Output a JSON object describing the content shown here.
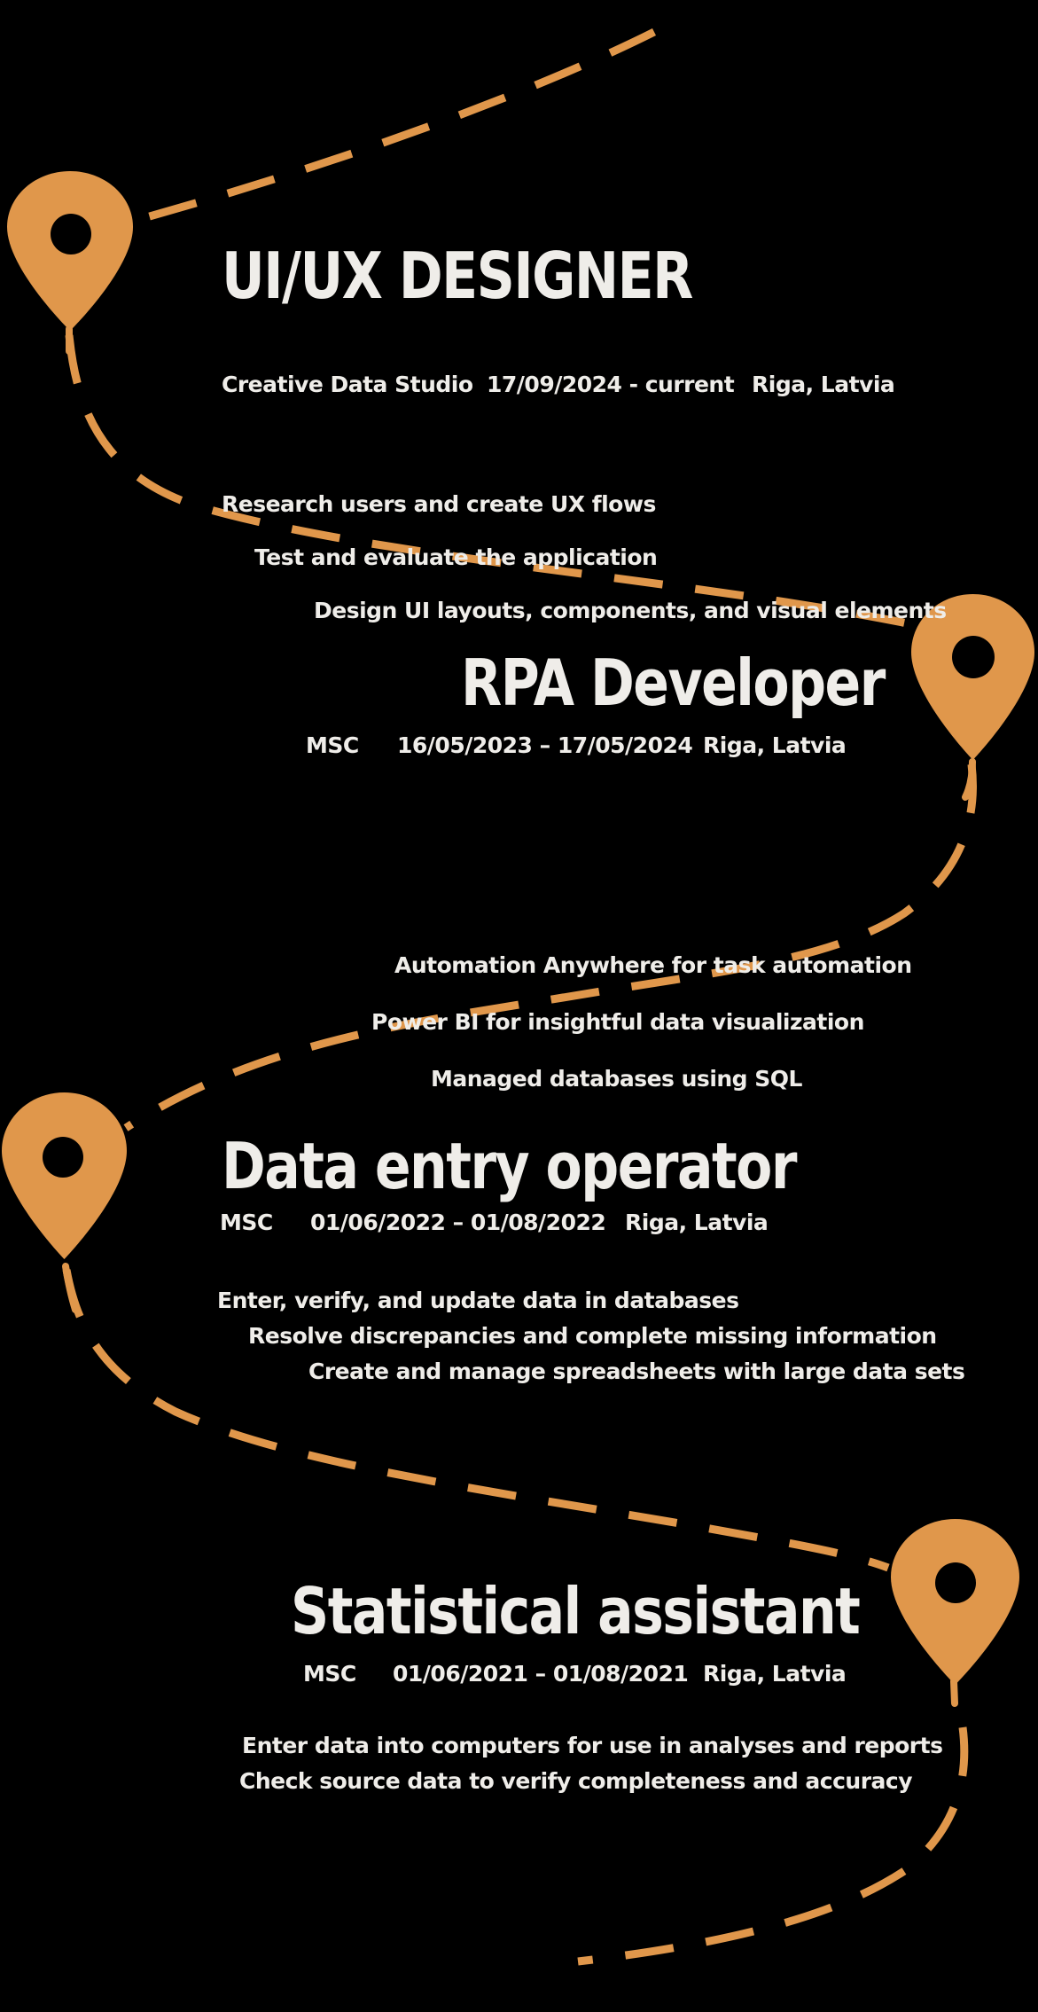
{
  "theme": {
    "background": "#000000",
    "text": "#EFEDE9",
    "accent": "#E0974B"
  },
  "timeline": {
    "pin_icon": "location-pin-icon",
    "path_style": "dashed"
  },
  "jobs": [
    {
      "title": "UI/UX DESIGNER",
      "company": "Creative Data Studio",
      "dates": "17/09/2024 - current",
      "location": "Riga, Latvia",
      "bullets": [
        "Research users and create UX flows",
        "Test and evaluate the application",
        "Design UI layouts, components, and visual elements"
      ]
    },
    {
      "title": "RPA Developer",
      "company": "MSC",
      "dates": "16/05/2023 – 17/05/2024",
      "location": "Riga, Latvia",
      "bullets": [
        "Automation Anywhere for task automation",
        "Power BI for insightful data visualization",
        "Managed databases using SQL"
      ]
    },
    {
      "title": "Data entry operator",
      "company": "MSC",
      "dates": "01/06/2022 – 01/08/2022",
      "location": "Riga, Latvia",
      "bullets": [
        "Enter, verify, and update data in databases",
        "Resolve discrepancies and complete missing information",
        "Create and manage spreadsheets with large data sets"
      ]
    },
    {
      "title": "Statistical assistant",
      "company": "MSC",
      "dates": "01/06/2021 – 01/08/2021",
      "location": "Riga, Latvia",
      "bullets": [
        "Enter data into computers for use in analyses and reports",
        "Check source data to verify completeness and accuracy"
      ]
    }
  ]
}
